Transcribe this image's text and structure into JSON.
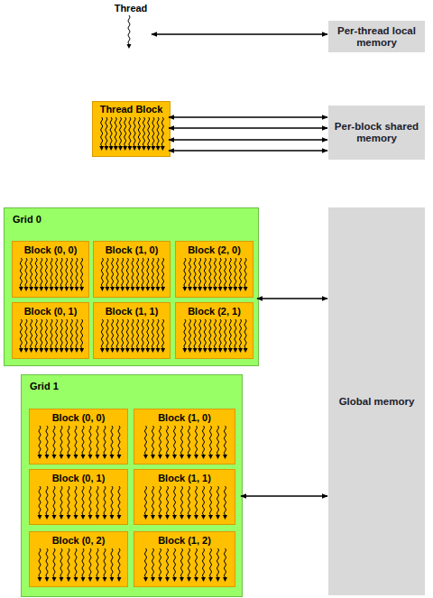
{
  "diagram": {
    "nodes": [
      {
        "text": [
          "Thread"
        ]
      },
      {
        "text": [
          "Per-thread local memory"
        ]
      },
      {
        "text": [
          "Thread Block"
        ]
      },
      {
        "text": [
          "Per-block shared memory"
        ]
      },
      {
        "text": [
          "Grid 0"
        ]
      },
      {
        "text": [
          "Block (0, 0)"
        ],
        "in": 4
      },
      {
        "text": [
          "Block (1, 0)"
        ],
        "in": 4
      },
      {
        "text": [
          "Block (2, 0)"
        ],
        "in": 4
      },
      {
        "text": [
          "Block (0, 1)"
        ],
        "in": 4
      },
      {
        "text": [
          "Block (1, 1)"
        ],
        "in": 4
      },
      {
        "text": [
          "Block (2, 1)"
        ],
        "in": 4
      },
      {
        "text": [
          "Grid 1"
        ]
      },
      {
        "text": [
          "Block (0, 0)"
        ],
        "in": 11
      },
      {
        "text": [
          "Block (1, 0)"
        ],
        "in": 11
      },
      {
        "text": [
          "Block (0, 1)"
        ],
        "in": 11
      },
      {
        "text": [
          "Block (1, 1)"
        ],
        "in": 11
      },
      {
        "text": [
          "Block (0, 2)"
        ],
        "in": 11
      },
      {
        "text": [
          "Block (1, 2)"
        ],
        "in": 11
      },
      {
        "text": [
          "Global memory"
        ]
      }
    ],
    "edges": [
      {
        "from": 0,
        "to": 1,
        "arrow": "both"
      },
      {
        "from": 2,
        "to": 3,
        "arrow": "both"
      },
      {
        "from": 2,
        "to": 3,
        "arrow": "both"
      },
      {
        "from": 2,
        "to": 3,
        "arrow": "both"
      },
      {
        "from": 2,
        "to": 3,
        "arrow": "both"
      },
      {
        "from": 4,
        "to": 18,
        "arrow": "both"
      },
      {
        "from": 11,
        "to": 18,
        "arrow": "both"
      }
    ]
  }
}
